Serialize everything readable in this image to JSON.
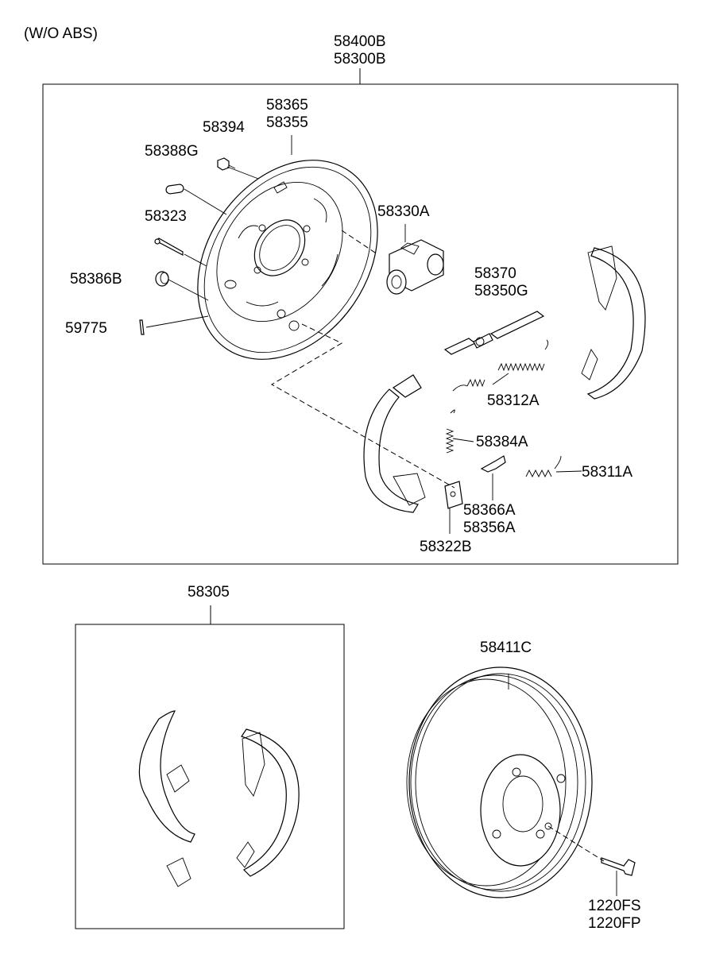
{
  "header": {
    "variant": "(W/O ABS)"
  },
  "assembly": {
    "line1": "58400B",
    "line2": "58300B"
  },
  "parts": {
    "p58365": {
      "line1": "58365",
      "line2": "58355"
    },
    "p58394": "58394",
    "p58388G": "58388G",
    "p58323": "58323",
    "p58386B": "58386B",
    "p59775": "59775",
    "p58330A": "58330A",
    "p58370": {
      "line1": "58370",
      "line2": "58350G"
    },
    "p58312A": "58312A",
    "p58384A": "58384A",
    "p58311A": "58311A",
    "p58366A": {
      "line1": "58366A",
      "line2": "58356A"
    },
    "p58322B": "58322B",
    "p58305": "58305",
    "p58411C": "58411C",
    "p1220": {
      "line1": "1220FS",
      "line2": "1220FP"
    }
  }
}
